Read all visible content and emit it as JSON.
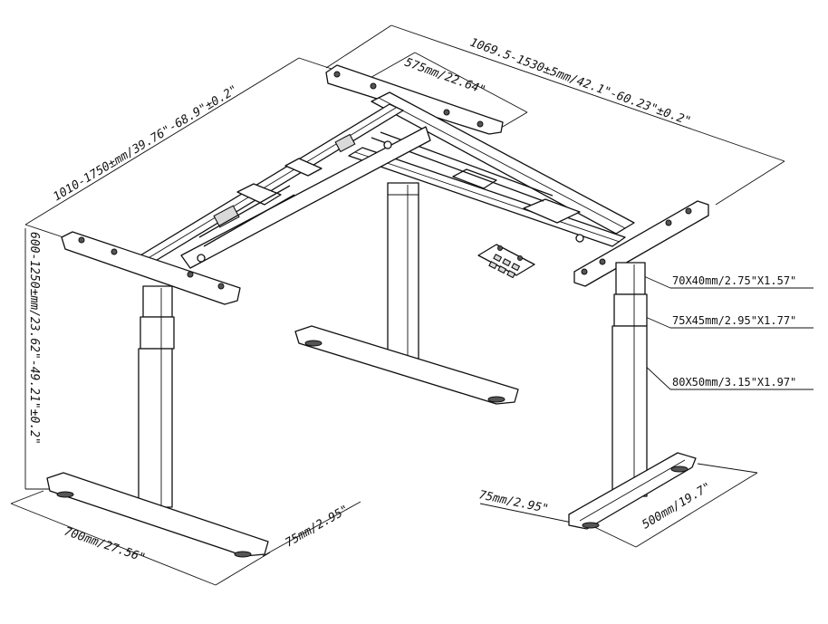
{
  "diagram": {
    "labels": {
      "frame_width": "1069.5-1530±5mm/42.1\"-60.23\"±0.2\"",
      "frame_length": "1010-1750±mm/39.76\"-68.9\"±0.2\"",
      "height_range": "600-1250±mm/23.62\"-49.21\"±0.2\"",
      "top_bracket": "575mm/22.64\"",
      "tube_top": "70X40mm/2.75\"X1.57\"",
      "tube_mid": "75X45mm/2.95\"X1.77\"",
      "tube_bottom": "80X50mm/3.15\"X1.97\"",
      "foot_width_left": "75mm/2.95\"",
      "foot_length_left": "700mm/27.56\"",
      "foot_width_right": "75mm/2.95\"",
      "foot_length_right": "500mm/19.7\""
    },
    "colors": {
      "line": "#111111",
      "background": "#ffffff",
      "shade": "#d9d9d9"
    }
  }
}
